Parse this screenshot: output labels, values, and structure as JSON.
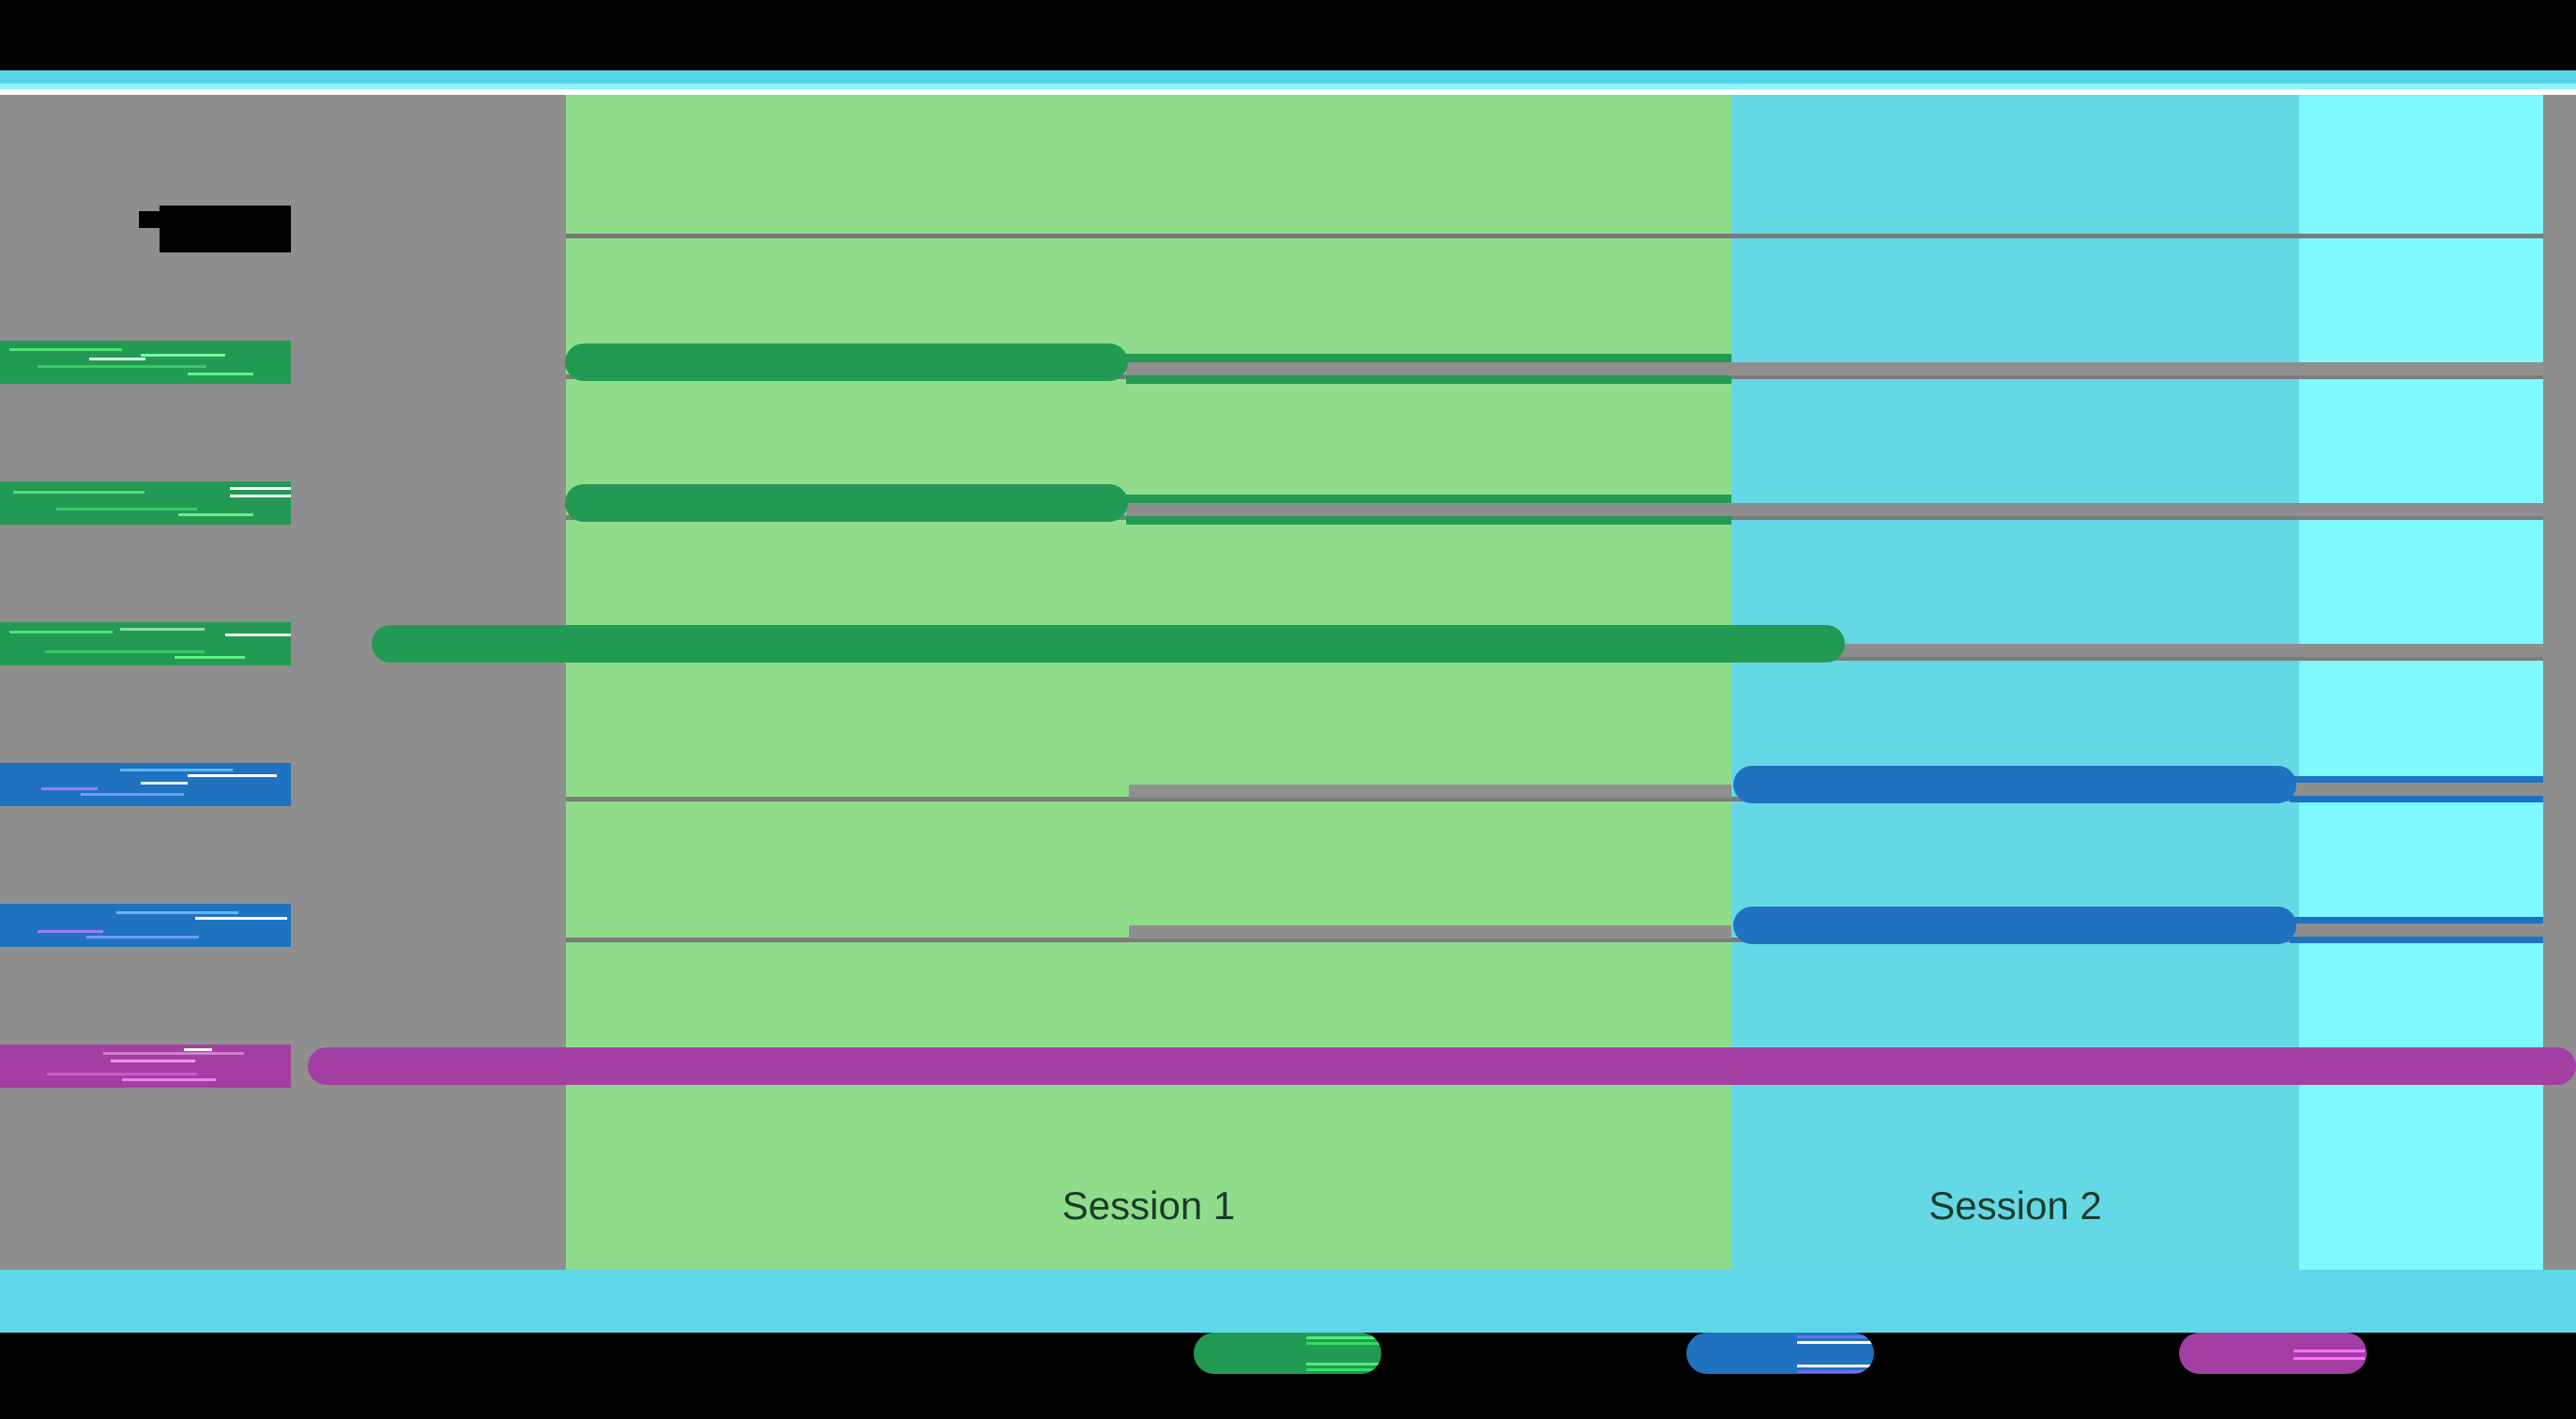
{
  "figure": {
    "title": "[REDACTED]",
    "title_visible": false,
    "background_color": "#000000",
    "plot_background_color": "#8f8f8f",
    "banner_color": "#5ed7e8"
  },
  "chart_data": {
    "type": "bar",
    "subtype": "gantt",
    "title": "[REDACTED]",
    "xlabel": "",
    "ylabel": "",
    "orientation": "horizontal",
    "grid": true,
    "legend_position": "bottom",
    "x_axis": {
      "min": 0,
      "max": 100,
      "tick_labels": [],
      "unit": "session-time"
    },
    "zones": [
      {
        "name": "Session 1",
        "label": "Session 1",
        "color": "#8fdd8b",
        "x_start": 21.9,
        "x_end": 65.5
      },
      {
        "name": "Session 2",
        "label": "Session 2",
        "color": "#65d8e6",
        "x_start": 65.5,
        "x_end": 88.0
      },
      {
        "name": "",
        "label": "",
        "color": "#7ef9ff",
        "x_start": 88.0,
        "x_end": 100.0
      }
    ],
    "categories": [
      "[REDACTED]",
      "[REDACTED]",
      "[REDACTED]",
      "[REDACTED]",
      "[REDACTED]",
      "[REDACTED]"
    ],
    "series": [
      {
        "name": "[REDACTED]",
        "color": "#239a54",
        "legend_label": "[REDACTED]",
        "bars": [
          {
            "category_index": 0,
            "start": 21.9,
            "end": 43.4,
            "thin_start": 43.4,
            "thin_end": 66.0,
            "style": "solid+outline"
          },
          {
            "category_index": 1,
            "start": 21.9,
            "end": 43.4,
            "thin_start": 43.4,
            "thin_end": 66.0,
            "style": "solid+outline"
          },
          {
            "category_index": 2,
            "start": 14.5,
            "end": 70.5,
            "thin_start": 70.5,
            "thin_end": 98.5,
            "style": "solid+plain"
          }
        ]
      },
      {
        "name": "[REDACTED]",
        "color": "#1f72c0",
        "legend_label": "[REDACTED]",
        "bars": [
          {
            "category_index": 3,
            "start": 66.2,
            "end": 87.4,
            "thin_start": 43.4,
            "thin_end": 98.5,
            "style": "solid+outline"
          },
          {
            "category_index": 4,
            "start": 66.2,
            "end": 87.4,
            "thin_start": 43.4,
            "thin_end": 98.5,
            "style": "solid+outline"
          }
        ]
      },
      {
        "name": "[REDACTED]",
        "color": "#a33fa3",
        "legend_label": "[REDACTED]",
        "bars": [
          {
            "category_index": 5,
            "start": 11.9,
            "end": 100.0,
            "thin_start": null,
            "thin_end": null,
            "style": "solid"
          }
        ]
      }
    ],
    "gridlines_y": [
      0,
      1,
      2,
      3,
      4,
      5
    ],
    "notes": "Axis tick labels, chart title and legend text are obscured/redacted in the source image."
  },
  "sessions": {
    "session_1_label": "Session 1",
    "session_2_label": "Session 2",
    "session_3_label": ""
  },
  "legend": {
    "entries": [
      {
        "label": "[REDACTED]",
        "color": "#239a54"
      },
      {
        "label": "[REDACTED]",
        "color": "#1f72c0"
      },
      {
        "label": "[REDACTED]",
        "color": "#a33fa3"
      }
    ]
  },
  "y_tick_labels": [
    {
      "text": "[REDACTED]",
      "color": "#239a54"
    },
    {
      "text": "[REDACTED]",
      "color": "#239a54"
    },
    {
      "text": "[REDACTED]",
      "color": "#239a54"
    },
    {
      "text": "[REDACTED]",
      "color": "#1f72c0"
    },
    {
      "text": "[REDACTED]",
      "color": "#1f72c0"
    },
    {
      "text": "[REDACTED]",
      "color": "#a33fa3"
    }
  ]
}
